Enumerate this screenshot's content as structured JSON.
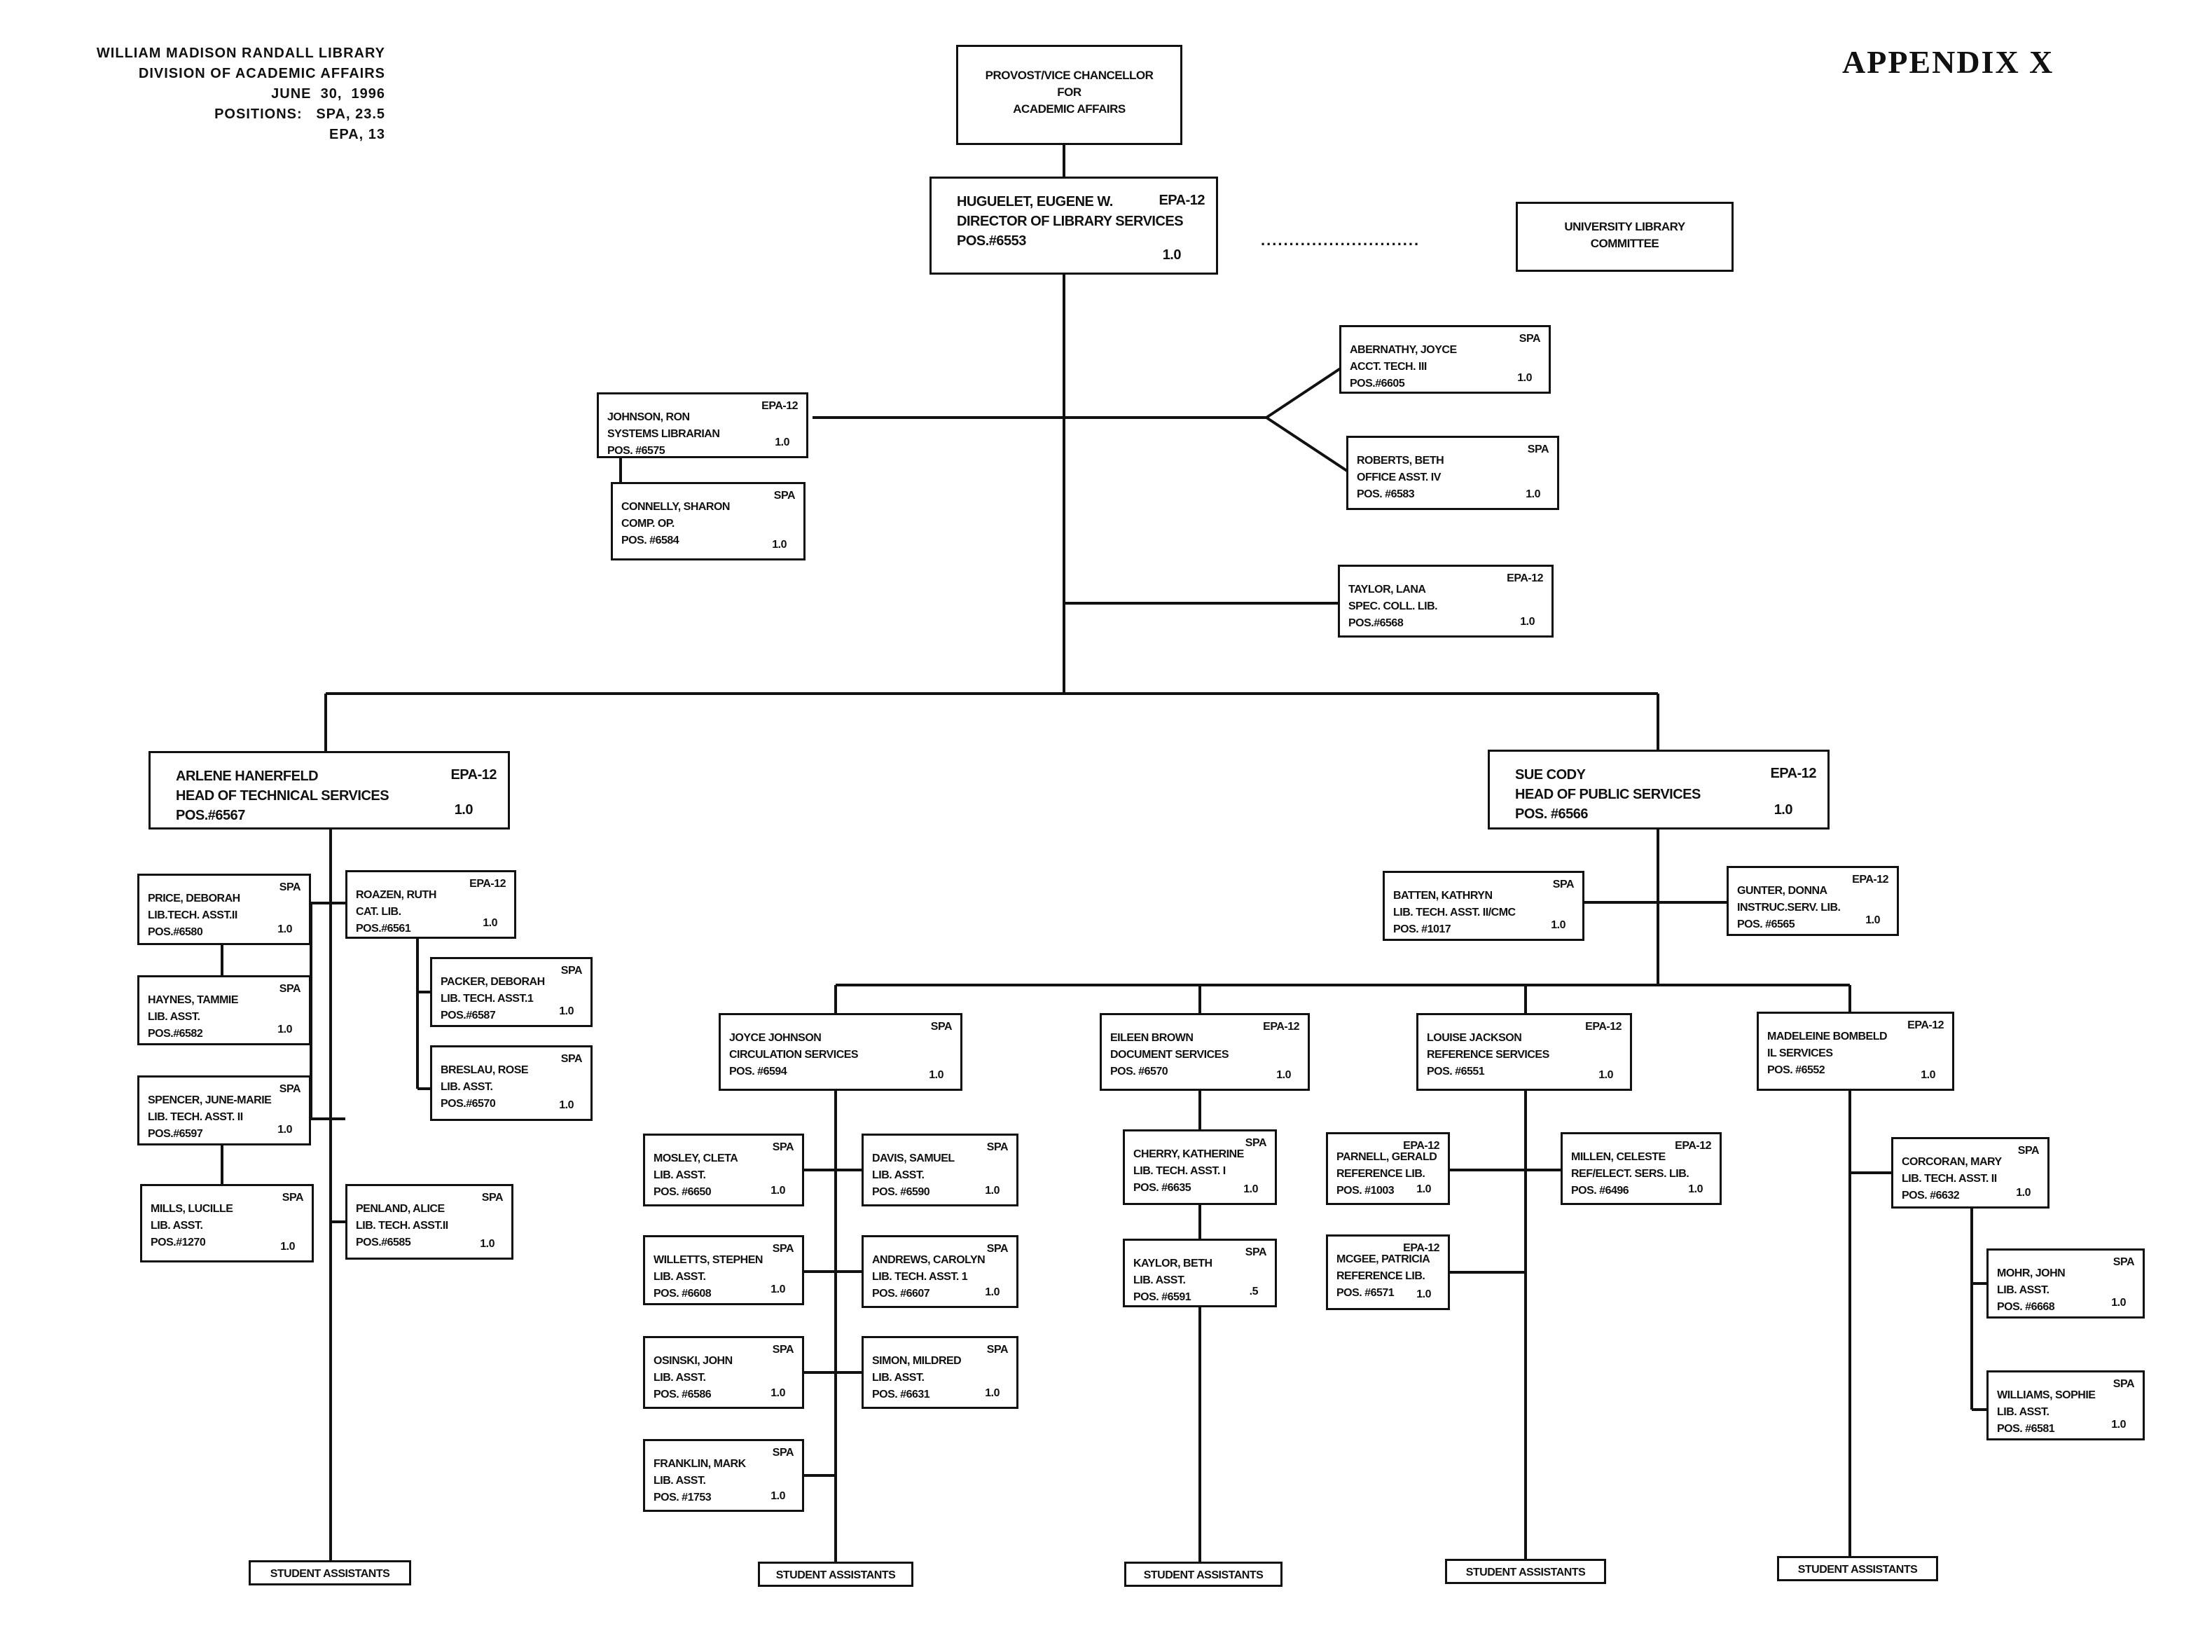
{
  "header": {
    "org_lines": [
      "WILLIAM MADISON RANDALL LIBRARY",
      "DIVISION OF ACADEMIC AFFAIRS",
      "JUNE  30,  1996",
      "POSITIONS:   SPA, 23.5",
      "EPA, 13"
    ],
    "appendix": "APPENDIX  X"
  },
  "top": {
    "lines": [
      "PROVOST/VICE CHANCELLOR",
      "FOR",
      "ACADEMIC AFFAIRS"
    ]
  },
  "director": {
    "name": "HUGUELET, EUGENE W.",
    "title": "DIRECTOR OF LIBRARY SERVICES",
    "pos": "POS.#6553",
    "grade": "EPA-12",
    "fte": "1.0"
  },
  "committee": {
    "lines": [
      "UNIVERSITY LIBRARY",
      "COMMITTEE"
    ],
    "dotted_line": "............................"
  },
  "staff": {
    "johnson": {
      "name": "JOHNSON, RON",
      "title": "SYSTEMS LIBRARIAN",
      "pos": "POS. #6575",
      "grade": "EPA-12",
      "fte": "1.0"
    },
    "connelly": {
      "name": "CONNELLY, SHARON",
      "title": "COMP. OP.",
      "pos": "POS. #6584",
      "grade": "SPA",
      "fte": "1.0"
    },
    "abernathy": {
      "name": "ABERNATHY, JOYCE",
      "title": "ACCT. TECH. III",
      "pos": "POS.#6605",
      "grade": "SPA",
      "fte": "1.0"
    },
    "roberts": {
      "name": "ROBERTS, BETH",
      "title": "OFFICE ASST. IV",
      "pos": "POS. #6583",
      "grade": "SPA",
      "fte": "1.0"
    },
    "taylor": {
      "name": "TAYLOR, LANA",
      "title": "SPEC. COLL. LIB.",
      "pos": "POS.#6568",
      "grade": "EPA-12",
      "fte": "1.0"
    }
  },
  "technical": {
    "head": {
      "name": "ARLENE HANERFELD",
      "title": "HEAD OF TECHNICAL SERVICES",
      "pos": "POS.#6567",
      "grade": "EPA-12",
      "fte": "1.0"
    },
    "price": {
      "name": "PRICE, DEBORAH",
      "title": "LIB.TECH. ASST.II",
      "pos": "POS.#6580",
      "grade": "SPA",
      "fte": "1.0"
    },
    "haynes": {
      "name": "HAYNES, TAMMIE",
      "title": "LIB. ASST.",
      "pos": "POS.#6582",
      "grade": "SPA",
      "fte": "1.0"
    },
    "spencer": {
      "name": "SPENCER, JUNE-MARIE",
      "title": "LIB. TECH. ASST. II",
      "pos": "POS.#6597",
      "grade": "SPA",
      "fte": "1.0"
    },
    "mills": {
      "name": "MILLS, LUCILLE",
      "title": "LIB. ASST.",
      "pos": "POS.#1270",
      "grade": "SPA",
      "fte": "1.0"
    },
    "roazen": {
      "name": "ROAZEN, RUTH",
      "title": "CAT. LIB.",
      "pos": "POS.#6561",
      "grade": "EPA-12",
      "fte": "1.0"
    },
    "packer": {
      "name": "PACKER, DEBORAH",
      "title": "LIB. TECH. ASST.1",
      "pos": "POS.#6587",
      "grade": "SPA",
      "fte": "1.0"
    },
    "breslau": {
      "name": "BRESLAU, ROSE",
      "title": "LIB. ASST.",
      "pos": "POS.#6570",
      "grade": "SPA",
      "fte": "1.0"
    },
    "penland": {
      "name": "PENLAND, ALICE",
      "title": "LIB. TECH. ASST.II",
      "pos": "POS.#6585",
      "grade": "SPA",
      "fte": "1.0"
    }
  },
  "public": {
    "head": {
      "name": "SUE CODY",
      "title": "HEAD OF PUBLIC SERVICES",
      "pos": "POS.  #6566",
      "grade": "EPA-12",
      "fte": "1.0"
    },
    "batten": {
      "name": "BATTEN, KATHRYN",
      "title": "LIB. TECH. ASST. II/CMC",
      "pos": "POS.  #1017",
      "grade": "SPA",
      "fte": "1.0"
    },
    "gunter": {
      "name": "GUNTER, DONNA",
      "title": "INSTRUC.SERV. LIB.",
      "pos": "POS.  #6565",
      "grade": "EPA-12",
      "fte": "1.0"
    }
  },
  "circulation": {
    "head": {
      "name": "JOYCE JOHNSON",
      "title": "CIRCULATION SERVICES",
      "pos": "POS.  #6594",
      "grade": "SPA",
      "fte": "1.0"
    },
    "mosley": {
      "name": "MOSLEY, CLETA",
      "title": "LIB. ASST.",
      "pos": "POS.  #6650",
      "grade": "SPA",
      "fte": "1.0"
    },
    "willetts": {
      "name": "WILLETTS, STEPHEN",
      "title": "LIB. ASST.",
      "pos": "POS.  #6608",
      "grade": "SPA",
      "fte": "1.0"
    },
    "osinski": {
      "name": "OSINSKI, JOHN",
      "title": "LIB. ASST.",
      "pos": "POS.  #6586",
      "grade": "SPA",
      "fte": "1.0"
    },
    "franklin": {
      "name": "FRANKLIN, MARK",
      "title": "LIB. ASST.",
      "pos": "POS.  #1753",
      "grade": "SPA",
      "fte": "1.0"
    },
    "davis": {
      "name": "DAVIS, SAMUEL",
      "title": "LIB. ASST.",
      "pos": "POS.  #6590",
      "grade": "SPA",
      "fte": "1.0"
    },
    "andrews": {
      "name": "ANDREWS, CAROLYN",
      "title": "LIB. TECH. ASST. 1",
      "pos": "POS.  #6607",
      "grade": "SPA",
      "fte": "1.0"
    },
    "simon": {
      "name": "SIMON, MILDRED",
      "title": "LIB. ASST.",
      "pos": "POS.  #6631",
      "grade": "SPA",
      "fte": "1.0"
    }
  },
  "documents": {
    "head": {
      "name": "EILEEN BROWN",
      "title": "DOCUMENT SERVICES",
      "pos": "POS.  #6570",
      "grade": "EPA-12",
      "fte": "1.0"
    },
    "cherry": {
      "name": "CHERRY, KATHERINE",
      "title": "LIB. TECH. ASST. I",
      "pos": "POS.  #6635",
      "grade": "SPA",
      "fte": "1.0"
    },
    "kaylor": {
      "name": "KAYLOR, BETH",
      "title": "LIB. ASST.",
      "pos": "POS.  #6591",
      "grade": "SPA",
      "fte": ".5"
    }
  },
  "reference": {
    "head": {
      "name": "LOUISE JACKSON",
      "title": "REFERENCE SERVICES",
      "pos": "POS.  #6551",
      "grade": "EPA-12",
      "fte": "1.0"
    },
    "parnell": {
      "name": "PARNELL, GERALD",
      "title": "REFERENCE LIB.",
      "pos": "POS.  #1003",
      "grade": "EPA-12",
      "fte": "1.0"
    },
    "mcgee": {
      "name": "MCGEE, PATRICIA",
      "title": "REFERENCE LIB.",
      "pos": "POS.  #6571",
      "grade": "EPA-12",
      "fte": "1.0"
    },
    "millen": {
      "name": "MILLEN, CELESTE",
      "title": "REF/ELECT. SERS. LIB.",
      "pos": "POS.  #6496",
      "grade": "EPA-12",
      "fte": "1.0"
    }
  },
  "ill": {
    "head": {
      "name": "MADELEINE BOMBELD",
      "title": "IL SERVICES",
      "pos": "POS.  #6552",
      "grade": "EPA-12",
      "fte": "1.0"
    },
    "corcoran": {
      "name": "CORCORAN, MARY",
      "title": "LIB. TECH. ASST. II",
      "pos": "POS.  #6632",
      "grade": "SPA",
      "fte": "1.0"
    },
    "mohr": {
      "name": "MOHR, JOHN",
      "title": "LIB. ASST.",
      "pos": "POS.  #6668",
      "grade": "SPA",
      "fte": "1.0"
    },
    "williams": {
      "name": "WILLIAMS, SOPHIE",
      "title": "LIB. ASST.",
      "pos": "POS.  #6581",
      "grade": "SPA",
      "fte": "1.0"
    }
  },
  "student_label": "STUDENT ASSISTANTS"
}
